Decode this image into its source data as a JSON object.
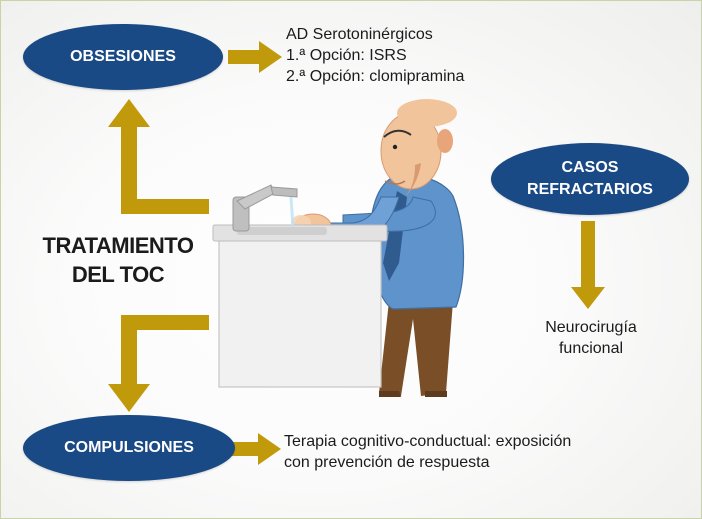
{
  "title": {
    "line1": "TRATAMIENTO",
    "line2": "DEL TOC"
  },
  "obsesiones": {
    "label": "OBSESIONES",
    "treatment": [
      "AD Serotoninérgicos",
      "1.ª Opción: ISRS",
      "2.ª Opción: clomipramina"
    ]
  },
  "refractarios": {
    "label_line1": "CASOS",
    "label_line2": "REFRACTARIOS",
    "treatment": [
      "Neurocirugía",
      "funcional"
    ]
  },
  "compulsiones": {
    "label": "COMPULSIONES",
    "treatment": [
      "Terapia cognitivo-conductual: exposición",
      "con prevención de respuesta"
    ]
  },
  "colors": {
    "oval": "#1a4a85",
    "arrow": "#c19a0c",
    "text": "#1b1b1b"
  },
  "icons": [
    "washing-hands-illustration",
    "arrow-right",
    "arrow-up",
    "arrow-down"
  ]
}
